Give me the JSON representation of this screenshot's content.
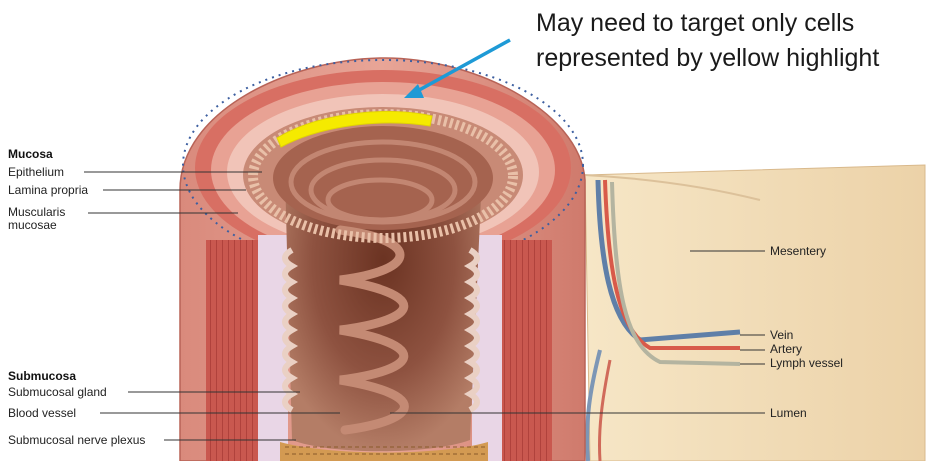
{
  "callout": {
    "line1": "May need to target only cells",
    "line2": "represented by yellow highlight"
  },
  "left": {
    "mucosa_header": "Mucosa",
    "epithelium": "Epithelium",
    "lamina_propria": "Lamina propria",
    "muscularis_line1": "Muscularis",
    "muscularis_line2": "mucosae",
    "submucosa_header": "Submucosa",
    "submucosal_gland": "Submucosal gland",
    "blood_vessel": "Blood vessel",
    "submucosal_nerve_plexus": "Submucosal nerve plexus"
  },
  "right": {
    "mesentery": "Mesentery",
    "vein": "Vein",
    "artery": "Artery",
    "lymph_vessel": "Lymph vessel",
    "lumen": "Lumen"
  },
  "colors": {
    "highlight": "#f5ea00",
    "arrow": "#1e9ad6",
    "muscle": "#c2504a",
    "mucosa_surface": "#8d5746",
    "mesentery": "#f1dcb6"
  }
}
